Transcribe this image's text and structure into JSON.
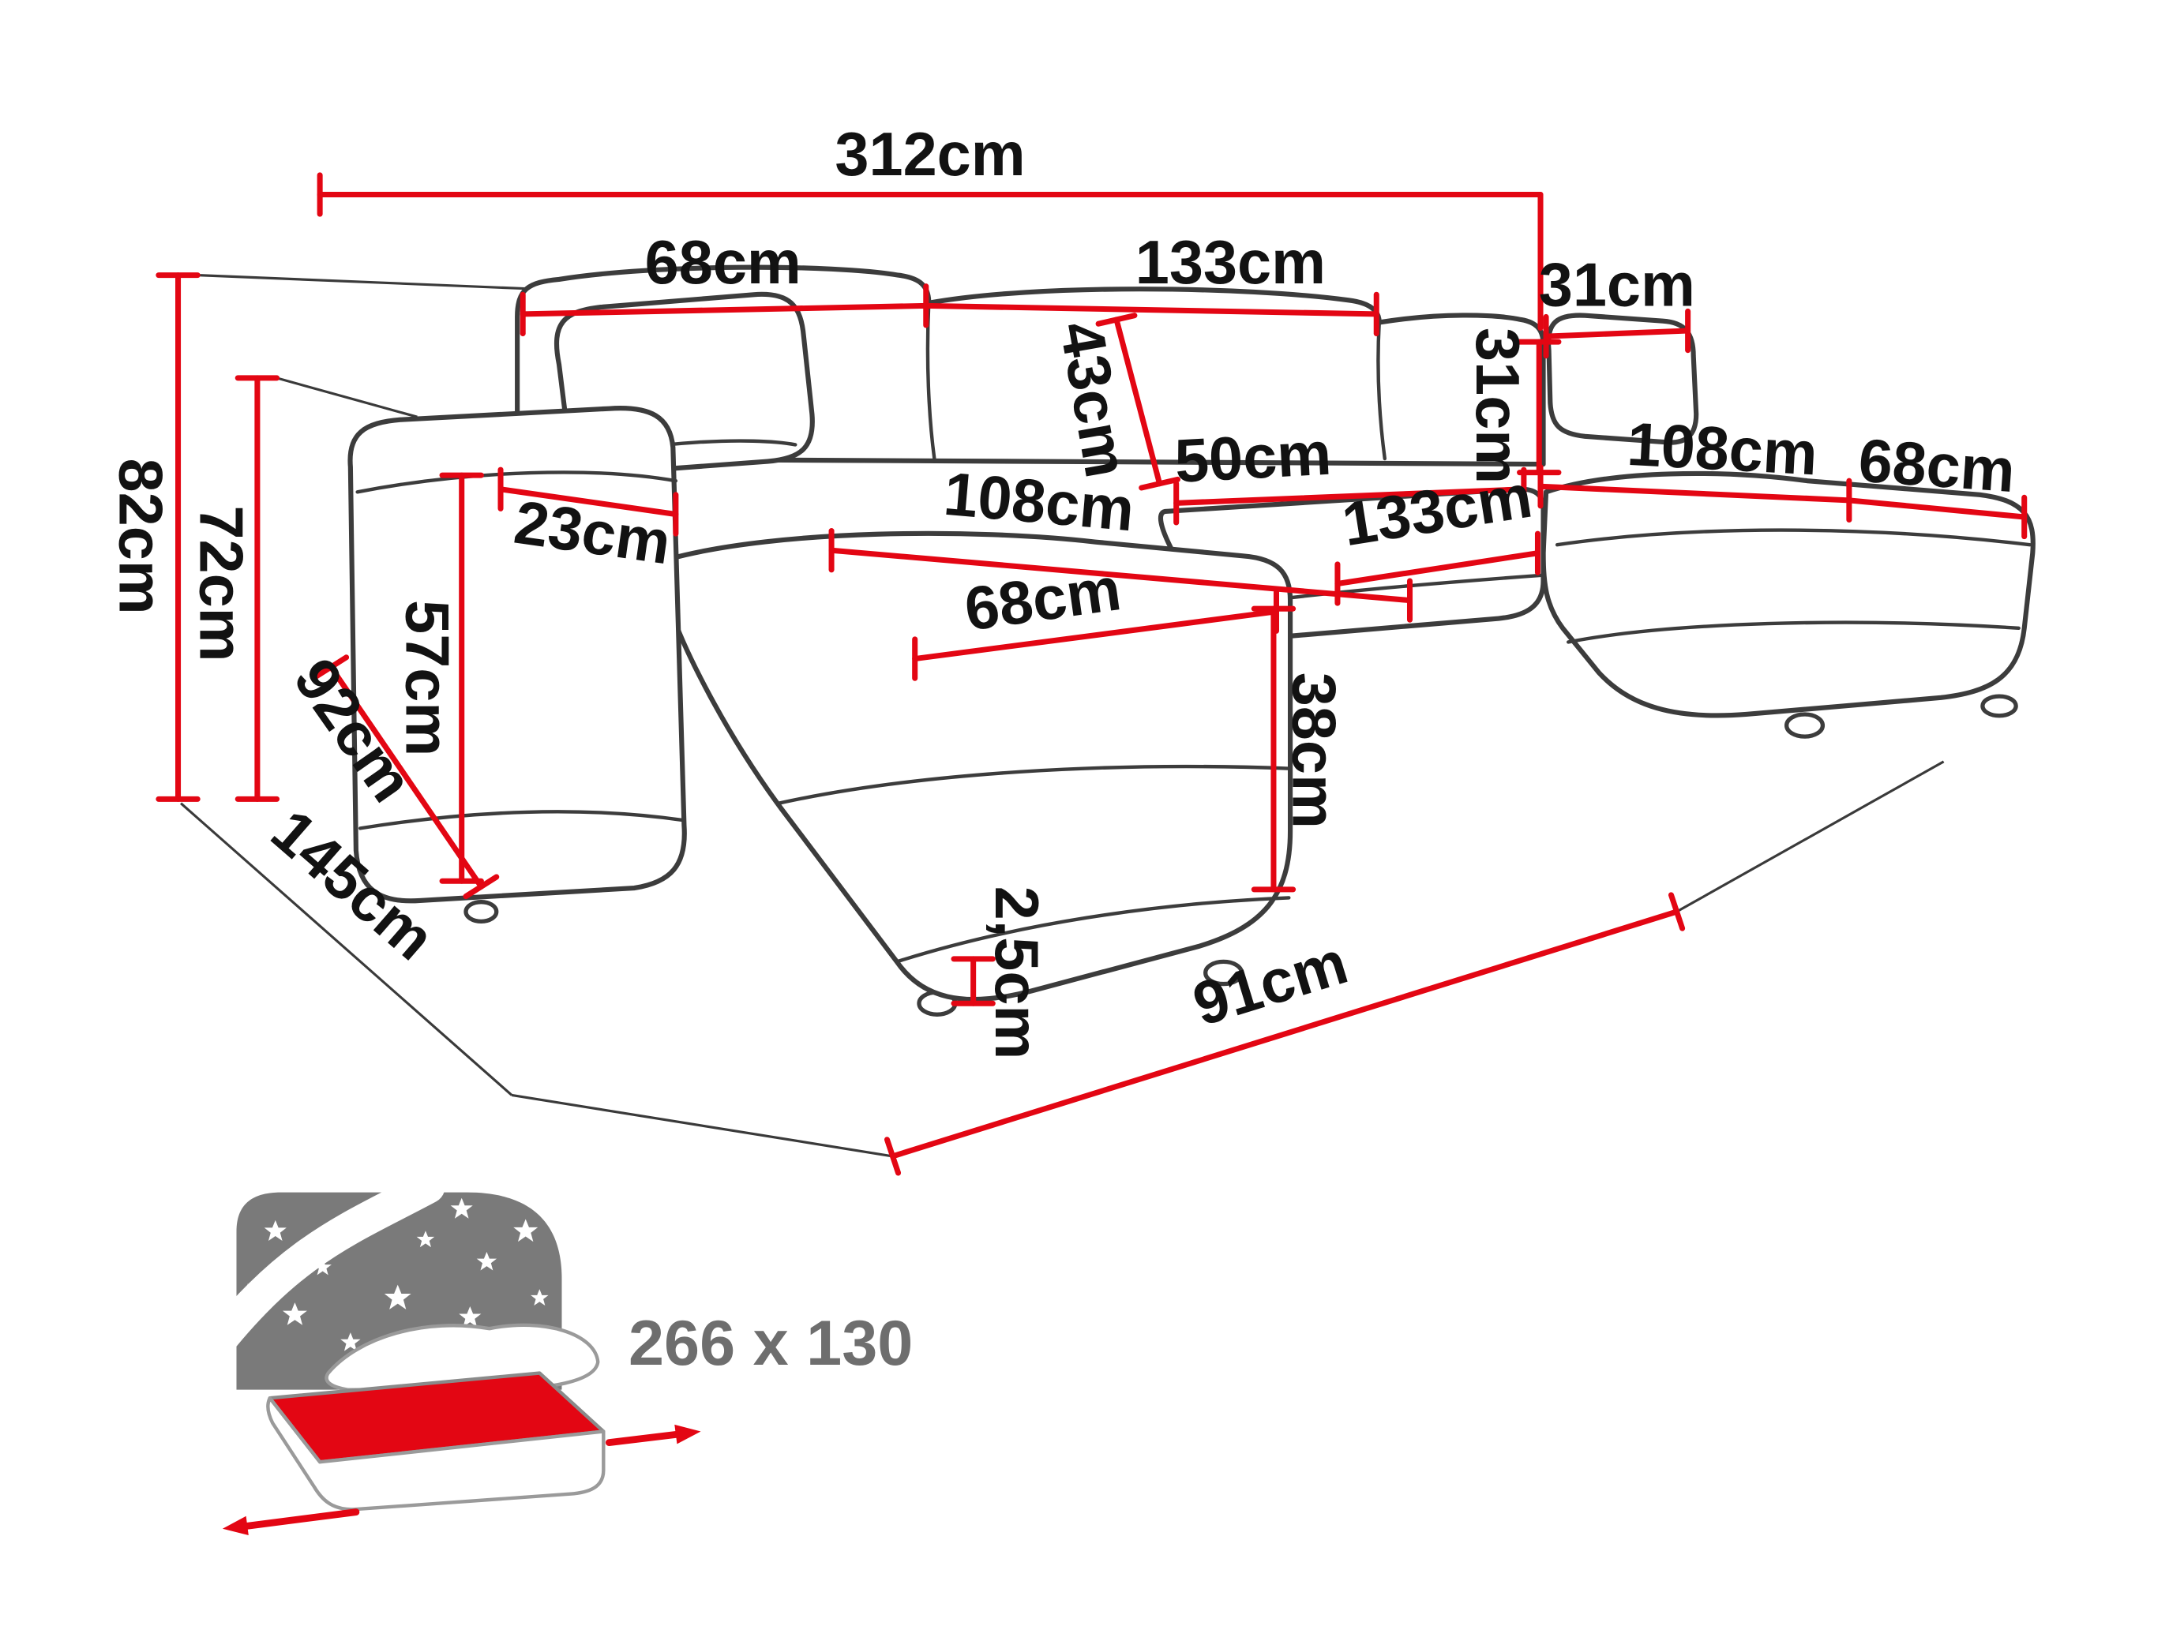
{
  "colors": {
    "dimension_red": "#e30613",
    "outline_gray": "#3c3c3c",
    "icon_gray": "#7a7a7a",
    "label_gray": "#6e6e6e",
    "label_black": "#121212"
  },
  "dims": {
    "total_width": "312cm",
    "back_section_left": "68cm",
    "back_section_middle": "133cm",
    "pillow_top": "31cm",
    "height_total": "82cm",
    "height_backrest": "72cm",
    "back_cushion": "43cm",
    "seat_depth": "50cm",
    "pillow_side": "31cm",
    "armrest_top": "23cm",
    "armrest_height": "57cm",
    "armrest_depth": "92cm",
    "chaise_left_length": "108cm",
    "chaise_left_width": "68cm",
    "seat_middle": "133cm",
    "chaise_right_length": "108cm",
    "chaise_right_width": "68cm",
    "seat_height": "38cm",
    "leg_height": "2,5cm",
    "depth_total": "145cm",
    "floor_front": "91cm"
  },
  "sleeping_area": {
    "label": "266 x 130"
  },
  "icons": {
    "bed": "sofa-bed-icon",
    "star": "star-icon",
    "arrows": "pull-out-arrow-icon"
  }
}
